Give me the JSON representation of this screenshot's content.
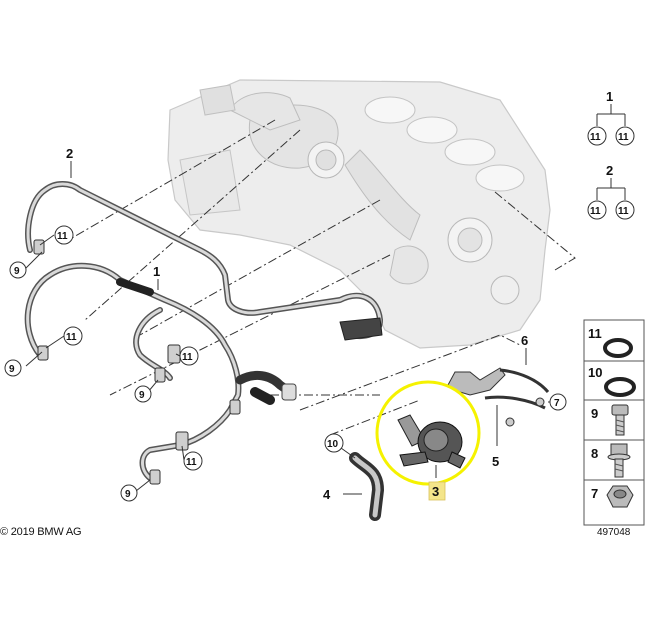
{
  "copyright": "© 2019 BMW AG",
  "reference_number": "497048",
  "highlight_color": "#f5f200",
  "callouts": {
    "c1": "1",
    "c2": "2",
    "c3": "3",
    "c4": "4",
    "c5": "5",
    "c6": "6",
    "c7": "7",
    "c9": "9",
    "c10": "10",
    "c11": "11"
  },
  "legend_trees": [
    {
      "parent": "1",
      "children": [
        "11",
        "11"
      ]
    },
    {
      "parent": "2",
      "children": [
        "11",
        "11"
      ]
    }
  ],
  "parts_legend": [
    "11",
    "10",
    "9",
    "8",
    "7"
  ],
  "selected_part": "3"
}
